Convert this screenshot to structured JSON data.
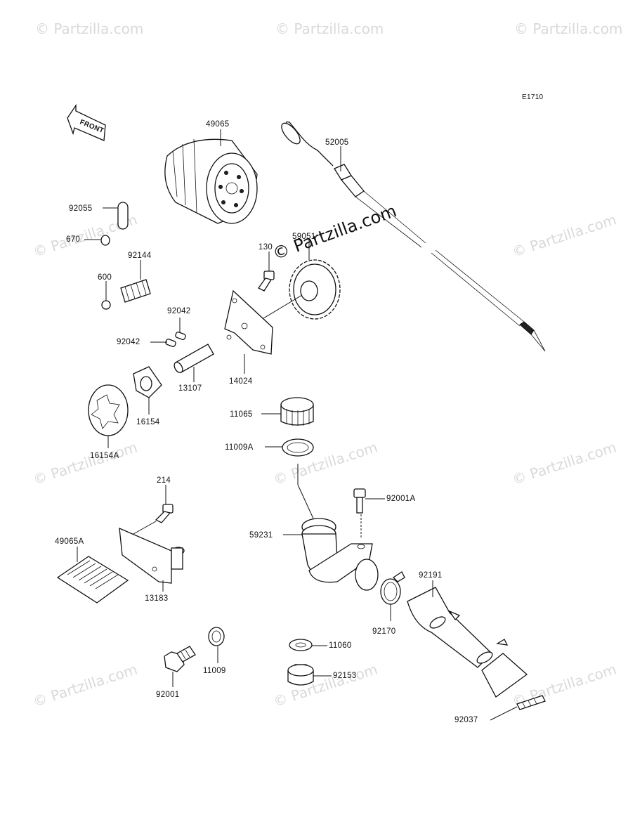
{
  "diagram": {
    "code": "E1710",
    "front_label": "FRONT",
    "watermark": "© Partzilla.com",
    "callouts": {
      "oil_filter": "49065",
      "dipstick": "52005",
      "o_ring_92055": "92055",
      "o_ring_670": "670",
      "spring": "92144",
      "ball": "600",
      "pin_upper": "92042",
      "pin_lower": "92042",
      "shaft": "13107",
      "pump_body": "16154",
      "rotor": "16154A",
      "bolt_130": "130",
      "gear": "59051",
      "cover": "14024",
      "cap": "11065",
      "gasket_11009a": "11009A",
      "bolt_214": "214",
      "screen": "49065A",
      "bracket": "13183",
      "bolt_92001a": "92001A",
      "filler_neck": "59231",
      "hose": "92191",
      "clamp_92170": "92170",
      "washer_11060": "11060",
      "plug": "92153",
      "drain_bolt": "92001",
      "gasket_11009": "11009",
      "clamp_92037": "92037"
    }
  }
}
